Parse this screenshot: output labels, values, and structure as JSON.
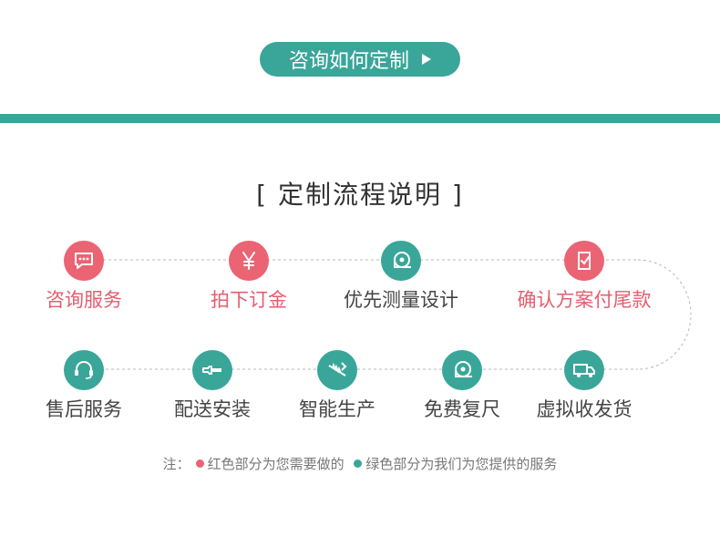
{
  "consult_button": {
    "label": "咨询如何定制"
  },
  "section": {
    "title": "[ 定制流程说明 ]"
  },
  "steps_row1": [
    {
      "label": "咨询服务",
      "icon": "chat-bubble-icon",
      "type": "red"
    },
    {
      "label": "拍下订金",
      "icon": "yen-icon",
      "type": "red"
    },
    {
      "label": "优先测量设计",
      "icon": "tape-measure-icon",
      "type": "green"
    },
    {
      "label": "确认方案付尾款",
      "icon": "checklist-icon",
      "type": "red"
    }
  ],
  "steps_row2": [
    {
      "label": "售后服务",
      "icon": "headset-icon",
      "type": "green"
    },
    {
      "label": "配送安装",
      "icon": "wrench-icon",
      "type": "green"
    },
    {
      "label": "智能生产",
      "icon": "saw-icon",
      "type": "green"
    },
    {
      "label": "免费复尺",
      "icon": "tape-measure-icon",
      "type": "green"
    },
    {
      "label": "虚拟收发货",
      "icon": "truck-icon",
      "type": "green"
    }
  ],
  "note": {
    "prefix": "注：",
    "red_text": "红色部分为您需要做的",
    "green_text": "绿色部分为我们为您提供的服务"
  },
  "colors": {
    "accent_green": "#3aa69a",
    "accent_red": "#ea6474"
  }
}
